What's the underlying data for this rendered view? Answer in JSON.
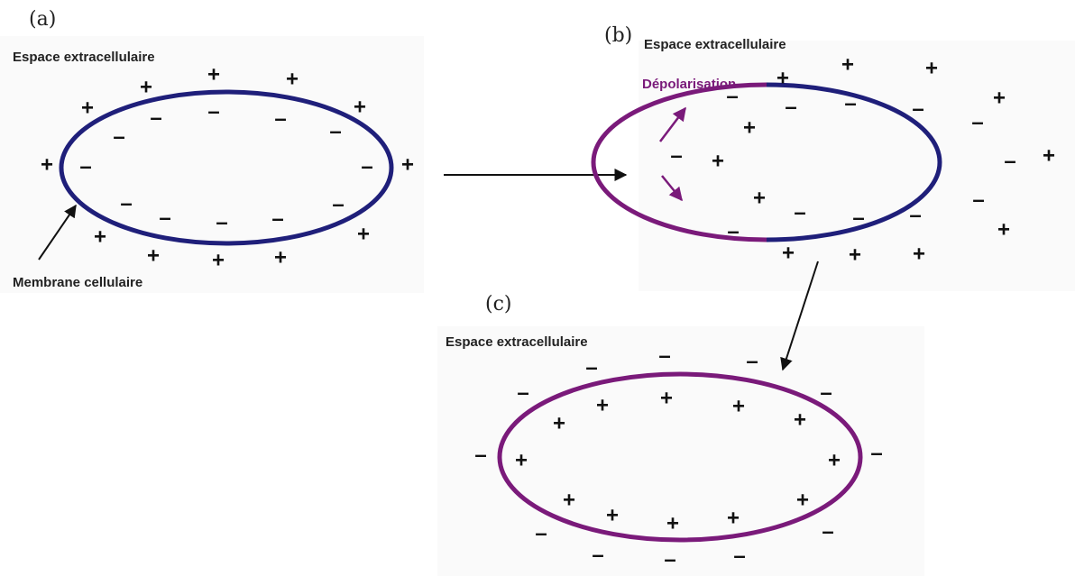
{
  "colors": {
    "membrane_resting": "#1f1f7a",
    "membrane_depolarized": "#7a1a7a",
    "text": "#222222",
    "arrow": "#111111",
    "panel_background": "#fafafa"
  },
  "panel_a": {
    "label": "(a)",
    "region": "Espace extracellulaire",
    "membrane": "Membrane cellulaire",
    "outer_sign": "+",
    "inner_sign": "–"
  },
  "panel_b": {
    "label": "(b)",
    "region": "Espace extracellulaire",
    "depolarization": "Dépolarisation",
    "outer_sign": "+",
    "inner_sign": "–",
    "depolarized_outer_sign": "–",
    "depolarized_inner_sign": "+"
  },
  "panel_c": {
    "label": "(c)",
    "region": "Espace extracellulaire",
    "outer_sign": "–",
    "inner_sign": "+"
  },
  "icons": [
    "arrow-right-icon",
    "arrow-down-icon",
    "pointer-arrow-icon",
    "depolarization-arrow-icon"
  ]
}
